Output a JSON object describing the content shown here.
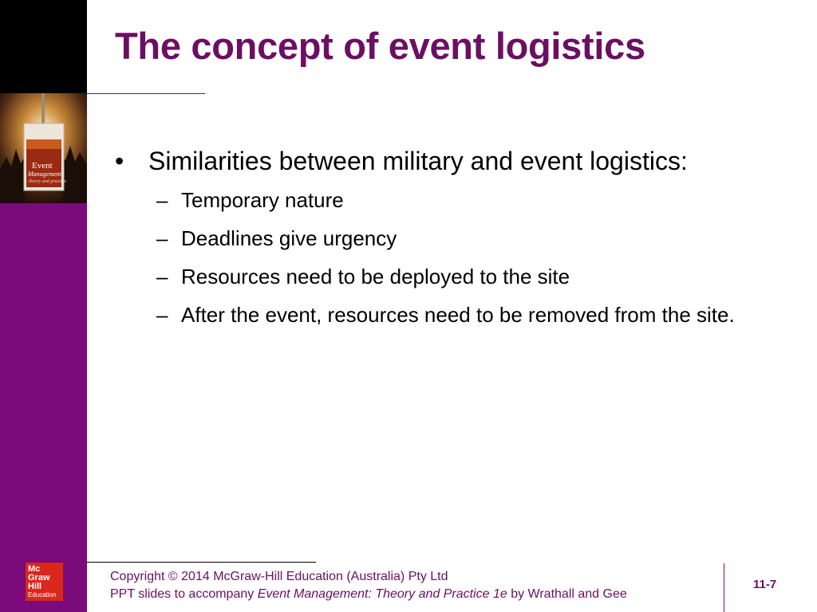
{
  "slide": {
    "title": "The concept of event logistics",
    "bullet": {
      "mark": "•",
      "text": "Similarities between military and event logistics:"
    },
    "sub_bullets": [
      {
        "mark": "–",
        "text": "Temporary nature"
      },
      {
        "mark": "–",
        "text": "Deadlines give urgency"
      },
      {
        "mark": "–",
        "text": "Resources need to be deployed to the site"
      },
      {
        "mark": "–",
        "text": "After the event, resources need to be removed from the site."
      }
    ]
  },
  "footer": {
    "copyright": "Copyright © 2014 McGraw-Hill Education (Australia) Pty Ltd",
    "slides_prefix": "PPT slides to accompany ",
    "book_title": "Event Management: Theory and Practice 1e",
    "slides_suffix": " by Wrathall and Gee",
    "page_number": "11-7"
  },
  "logo": {
    "line1": "Mc",
    "line2": "Graw",
    "line3": "Hill",
    "line4": "Education"
  },
  "book_cover": {
    "title_line1": "Event",
    "title_line2": "Management",
    "subtitle": "theory and practice"
  },
  "colors": {
    "accent_purple": "#7b0a7b",
    "title_purple": "#6b0f63",
    "logo_red": "#d9271c"
  }
}
